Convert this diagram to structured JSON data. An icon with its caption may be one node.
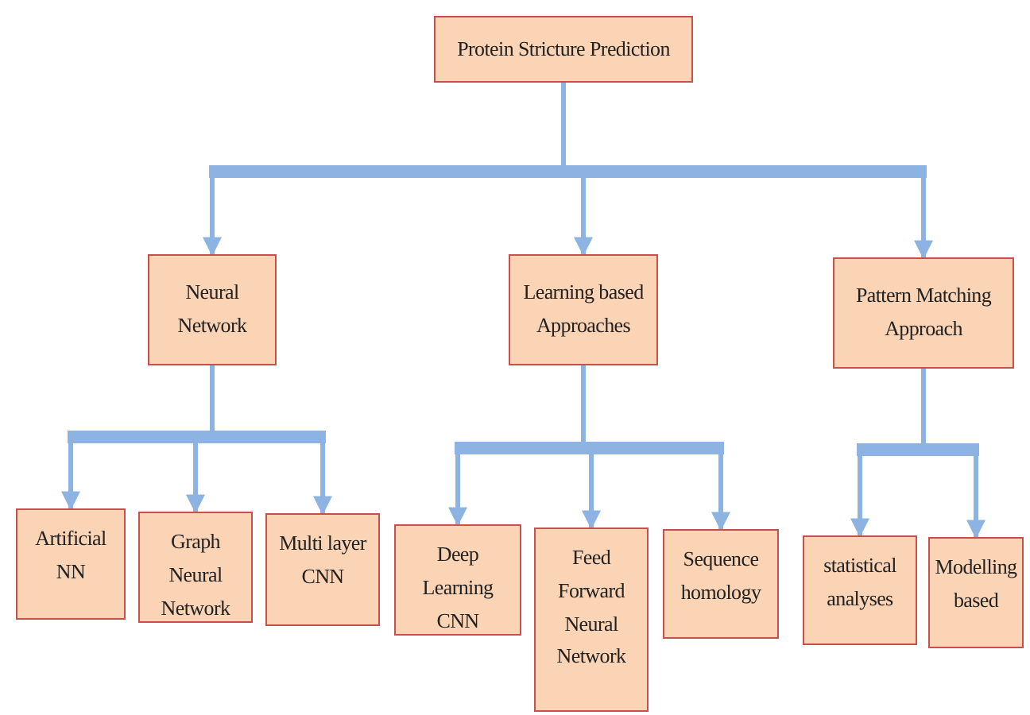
{
  "diagram": {
    "nodes": [
      {
        "text": [
          "Protein Stricture Prediction"
        ]
      },
      {
        "text": [
          "Neural Network"
        ]
      },
      {
        "text": [
          "Learning based Approaches"
        ]
      },
      {
        "text": [
          "Pattern Matching Approach"
        ]
      },
      {
        "text": [
          "Artificial NN"
        ]
      },
      {
        "text": [
          "Graph Neural Network"
        ]
      },
      {
        "text": [
          "Multi layer CNN"
        ]
      },
      {
        "text": [
          "Deep Learning CNN"
        ]
      },
      {
        "text": [
          "Feed Forward Neural Network"
        ]
      },
      {
        "text": [
          "Sequence homology"
        ]
      },
      {
        "text": [
          "statistical analyses"
        ]
      },
      {
        "text": [
          "Modelling based"
        ]
      }
    ],
    "edges": [
      {
        "from": 0,
        "to": 1,
        "arrow": "to"
      },
      {
        "from": 0,
        "to": 2,
        "arrow": "to"
      },
      {
        "from": 0,
        "to": 3,
        "arrow": "to"
      },
      {
        "from": 1,
        "to": 4,
        "arrow": "to"
      },
      {
        "from": 1,
        "to": 5,
        "arrow": "to"
      },
      {
        "from": 1,
        "to": 6,
        "arrow": "to"
      },
      {
        "from": 2,
        "to": 7,
        "arrow": "to"
      },
      {
        "from": 2,
        "to": 8,
        "arrow": "to"
      },
      {
        "from": 2,
        "to": 9,
        "arrow": "to"
      },
      {
        "from": 3,
        "to": 10,
        "arrow": "to"
      },
      {
        "from": 3,
        "to": 11,
        "arrow": "to"
      }
    ]
  }
}
